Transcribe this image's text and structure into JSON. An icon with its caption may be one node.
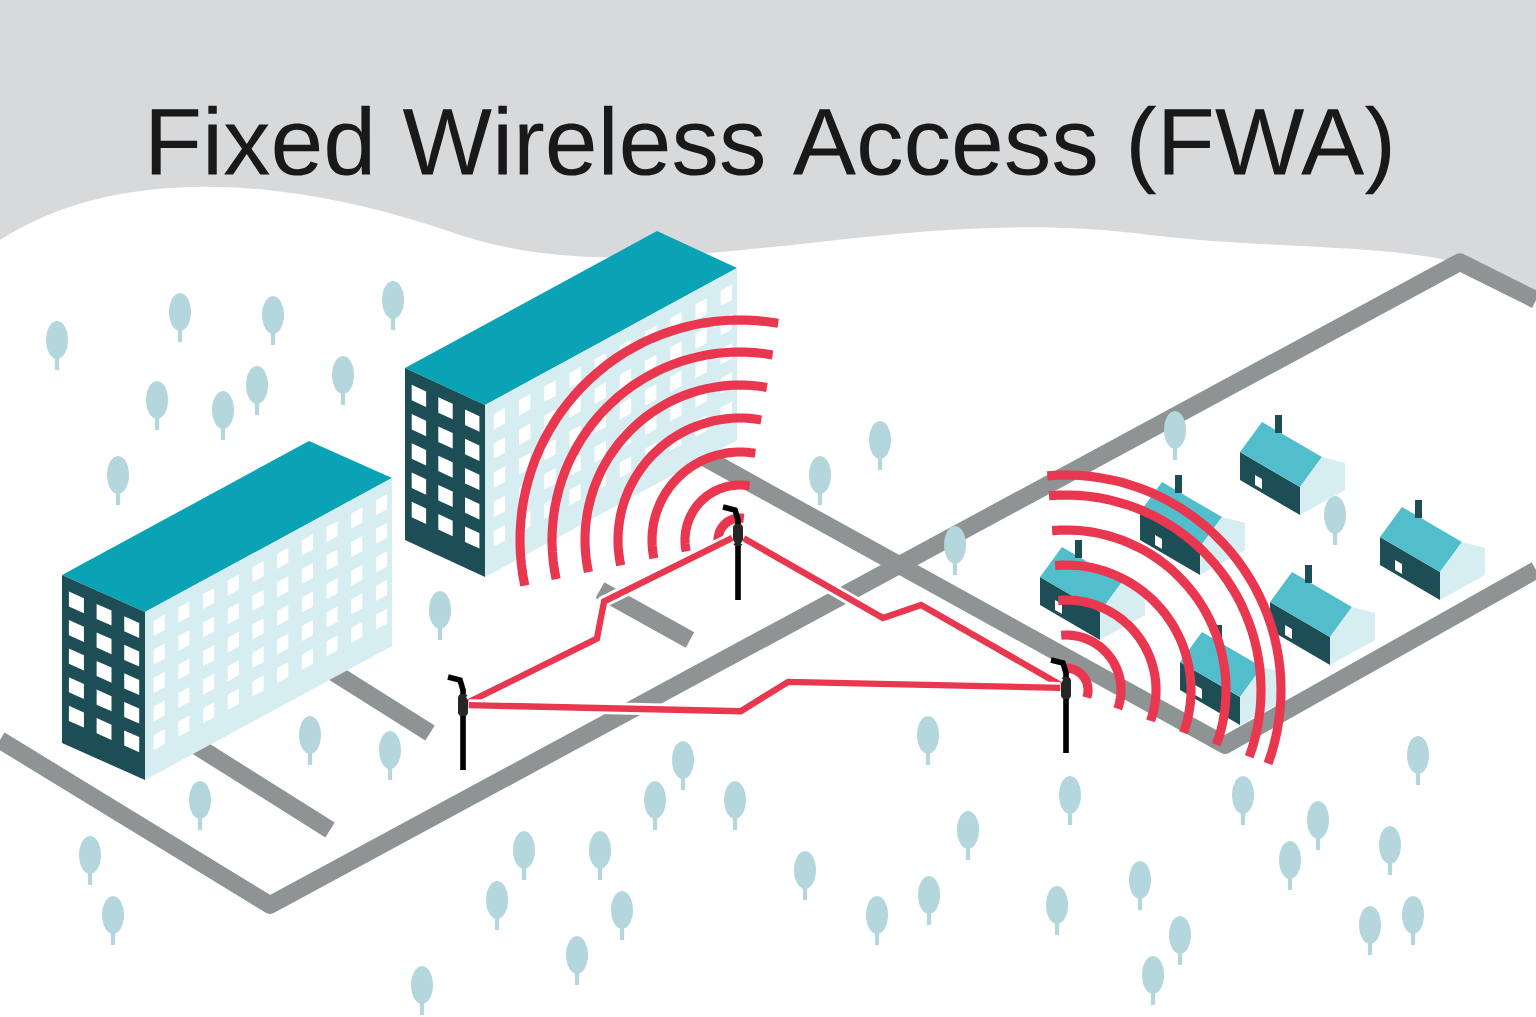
{
  "diagram": {
    "title": "Fixed Wireless Access (FWA)",
    "nodes": [
      {
        "text": [],
        "shape": "box"
      },
      {
        "text": [],
        "shape": "box"
      },
      {
        "text": [],
        "shape": "box"
      }
    ],
    "edges": [
      {
        "from": 0,
        "to": 1,
        "arrow": "none"
      },
      {
        "from": 1,
        "to": 2,
        "arrow": "none"
      },
      {
        "from": 0,
        "to": 2,
        "arrow": "none"
      }
    ]
  }
}
